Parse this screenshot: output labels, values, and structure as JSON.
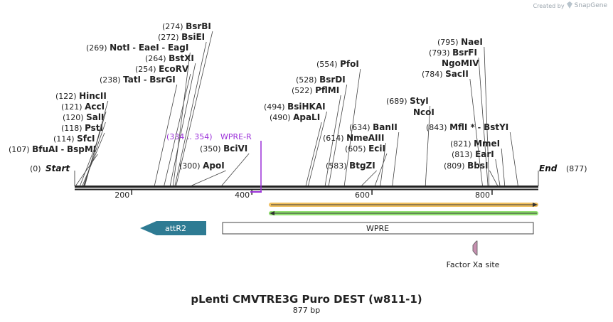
{
  "credit": {
    "prefix": "Created by",
    "brand": "SnapGene"
  },
  "map": {
    "name": "pLenti CMVTRE3G Puro DEST (w811-1)",
    "length_label": "877 bp",
    "start_label": "Start",
    "end_label": "End",
    "start_pos": "(0)",
    "end_pos": "(877)",
    "ruler_range": [
      105,
      877
    ],
    "ruler_ticks": [
      200,
      400,
      600,
      800
    ]
  },
  "sites": [
    {
      "pos": 107,
      "label": "(107)",
      "names": [
        "BfuAI",
        "BspMI"
      ]
    },
    {
      "pos": 114,
      "label": "(114)",
      "names": [
        "SfcI"
      ]
    },
    {
      "pos": 118,
      "label": "(118)",
      "names": [
        "PstI"
      ]
    },
    {
      "pos": 120,
      "label": "(120)",
      "names": [
        "SalI"
      ]
    },
    {
      "pos": 121,
      "label": "(121)",
      "names": [
        "AccI"
      ]
    },
    {
      "pos": 122,
      "label": "(122)",
      "names": [
        "HincII"
      ]
    },
    {
      "pos": 238,
      "label": "(238)",
      "names": [
        "TatI",
        "BsrGI"
      ]
    },
    {
      "pos": 254,
      "label": "(254)",
      "names": [
        "EcoRV"
      ]
    },
    {
      "pos": 264,
      "label": "(264)",
      "names": [
        "BstXI"
      ]
    },
    {
      "pos": 269,
      "label": "(269)",
      "names": [
        "NotI",
        "EaeI",
        "EagI"
      ]
    },
    {
      "pos": 272,
      "label": "(272)",
      "names": [
        "BsiEI"
      ]
    },
    {
      "pos": 274,
      "label": "(274)",
      "names": [
        "BsrBI"
      ]
    },
    {
      "pos": 300,
      "label": "(300)",
      "names": [
        "ApoI"
      ]
    },
    {
      "pos": 350,
      "label": "(350)",
      "names": [
        "BciVI"
      ]
    },
    {
      "pos": 490,
      "label": "(490)",
      "names": [
        "ApaLI"
      ]
    },
    {
      "pos": 494,
      "label": "(494)",
      "names": [
        "BsiHKAI"
      ]
    },
    {
      "pos": 522,
      "label": "(522)",
      "names": [
        "PflMI"
      ]
    },
    {
      "pos": 528,
      "label": "(528)",
      "names": [
        "BsrDI"
      ]
    },
    {
      "pos": 554,
      "label": "(554)",
      "names": [
        "PfoI"
      ]
    },
    {
      "pos": 583,
      "label": "(583)",
      "names": [
        "BtgZI"
      ]
    },
    {
      "pos": 605,
      "label": "(605)",
      "names": [
        "EciI"
      ]
    },
    {
      "pos": 614,
      "label": "(614)",
      "names": [
        "NmeAIII"
      ]
    },
    {
      "pos": 634,
      "label": "(634)",
      "names": [
        "BanII"
      ]
    },
    {
      "pos": 689,
      "label": "(689)",
      "names": [
        "StyI",
        "NcoI"
      ]
    },
    {
      "pos": 784,
      "label": "(784)",
      "names": [
        "SacII"
      ]
    },
    {
      "pos": 793,
      "label": "(793)",
      "names": [
        "BsrFI",
        "NgoMIV"
      ]
    },
    {
      "pos": 795,
      "label": "(795)",
      "names": [
        "NaeI"
      ]
    },
    {
      "pos": 809,
      "label": "(809)",
      "names": [
        "BbsI"
      ]
    },
    {
      "pos": 813,
      "label": "(813)",
      "names": [
        "EarI"
      ]
    },
    {
      "pos": 821,
      "label": "(821)",
      "names": [
        "MmeI"
      ]
    },
    {
      "pos": 843,
      "label": "(843)",
      "names": [
        "MflI *",
        "BstYI"
      ]
    }
  ],
  "primer": {
    "label": "(334 .. 354)",
    "name": "WPRE-R",
    "color": "#9b30d9"
  },
  "features": {
    "attR2": {
      "name": "attR2",
      "color": "#2e7b93"
    },
    "wpre": {
      "name": "WPRE"
    },
    "factor_xa": {
      "name": "Factor Xa site",
      "color": "#c690b0"
    }
  },
  "tracks": {
    "orf_orange": "#f0c060",
    "orf_green": "#90e070"
  }
}
